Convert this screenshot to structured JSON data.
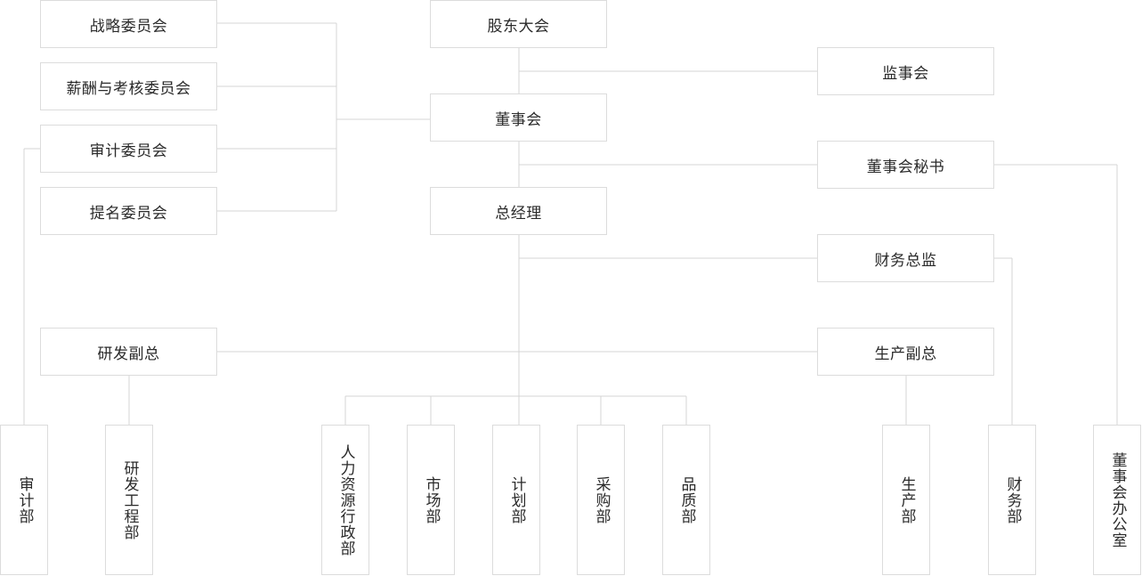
{
  "committees": {
    "strategy": "战略委员会",
    "compensation": "薪酬与考核委员会",
    "audit": "审计委员会",
    "nomination": "提名委员会"
  },
  "top": {
    "shareholders": "股东大会",
    "board": "董事会",
    "gm": "总经理"
  },
  "right": {
    "supervisory": "监事会",
    "board_secretary": "董事会秘书",
    "cfo": "财务总监",
    "vp_production": "生产副总"
  },
  "left": {
    "vp_rd": "研发副总"
  },
  "departments": {
    "audit": "审计部",
    "rd_engineering": "研发工程部",
    "hr_admin": "人力资源行政部",
    "market": "市场部",
    "planning": "计划部",
    "purchasing": "采购部",
    "quality": "品质部",
    "production": "生产部",
    "finance": "财务部",
    "board_office": "董事会办公室"
  }
}
